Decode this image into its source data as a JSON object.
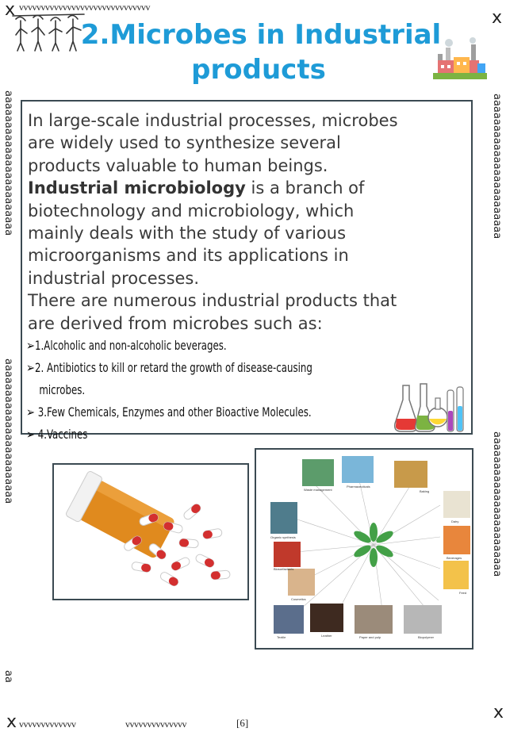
{
  "header": {
    "title_line1": "2.Microbes in Industrial",
    "title_line2": "products",
    "top_border_text": "vvvvvvvvvvvvvvvvvvvvvvvvvvvvvv"
  },
  "margins": {
    "corner_mark": "x",
    "left_text_1": "aaaaaaaaaaaaaaaaaaaaaaa",
    "left_text_2": "aaaaaaaaaaaaaaaaaaaaaaa",
    "left_text_3": "aa",
    "right_text_1": "aaaaaaaaaaaaaaaaaaaaaaa",
    "right_text_2": "aaaaaaaaaaaaaaaaaaaaaaa",
    "bottom_text_1": "vvvvvvvvvvvvv",
    "bottom_text_2": "vvvvvvvvvvvvvv",
    "page_number": "[6]"
  },
  "body": {
    "para1_start": "In large-scale industrial processes, microbes are widely used to synthesize several products valuable to human beings. ",
    "para1_bold": "Industrial microbiology",
    "para1_end": " is a branch of biotechnology and microbiology, which mainly deals with the study of various microorganisms and its applications in industrial processes.",
    "para2": " There are numerous industrial products that are derived from microbes such as:",
    "bullet_symbol": "➢",
    "bullets": [
      "1.Alcoholic and non-alcoholic beverages.",
      "2. Antibiotics to kill or retard the growth of disease-causing",
      "microbes.",
      " 3.Few Chemicals, Enzymes and other Bioactive Molecules.",
      " 4.Vaccines"
    ]
  },
  "collage": {
    "labels": [
      "Waste management",
      "Pharmaceuticals",
      "Baking",
      "Organic synthesis",
      "Dairy",
      "Biosurfactants",
      "Beverages",
      "Cosmetics",
      "Feed",
      "Textile",
      "Leather",
      "Paper and pulp",
      "Biopolymer"
    ]
  },
  "colors": {
    "title": "#1e9bd7",
    "border": "#3b4a52",
    "text": "#3a3a3a"
  }
}
